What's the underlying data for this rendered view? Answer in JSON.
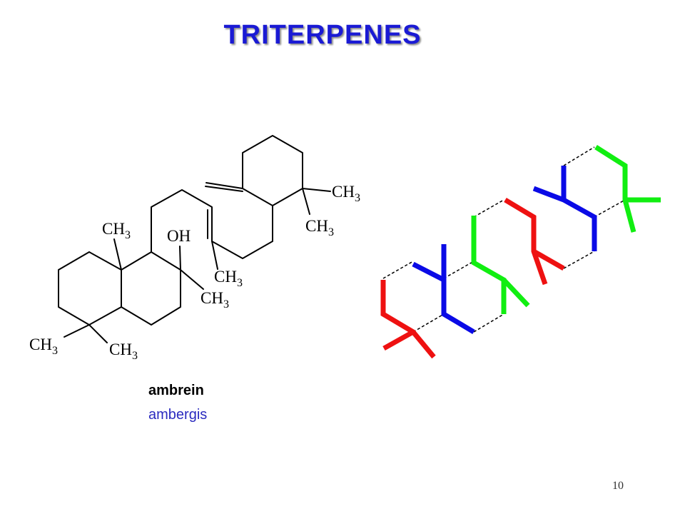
{
  "title": "TRITERPENES",
  "compound_name": "ambrein",
  "compound_source": "ambergis",
  "page_number": "10",
  "structure_labels": {
    "methyl": "CH",
    "methyl_subscript": "3",
    "hydroxyl": "OH"
  },
  "colors": {
    "title": "#1a1ad4",
    "source_text": "#2b2bbf",
    "isoprene_red": "#ee1111",
    "isoprene_blue": "#0a0ae6",
    "isoprene_green": "#11ee11"
  }
}
